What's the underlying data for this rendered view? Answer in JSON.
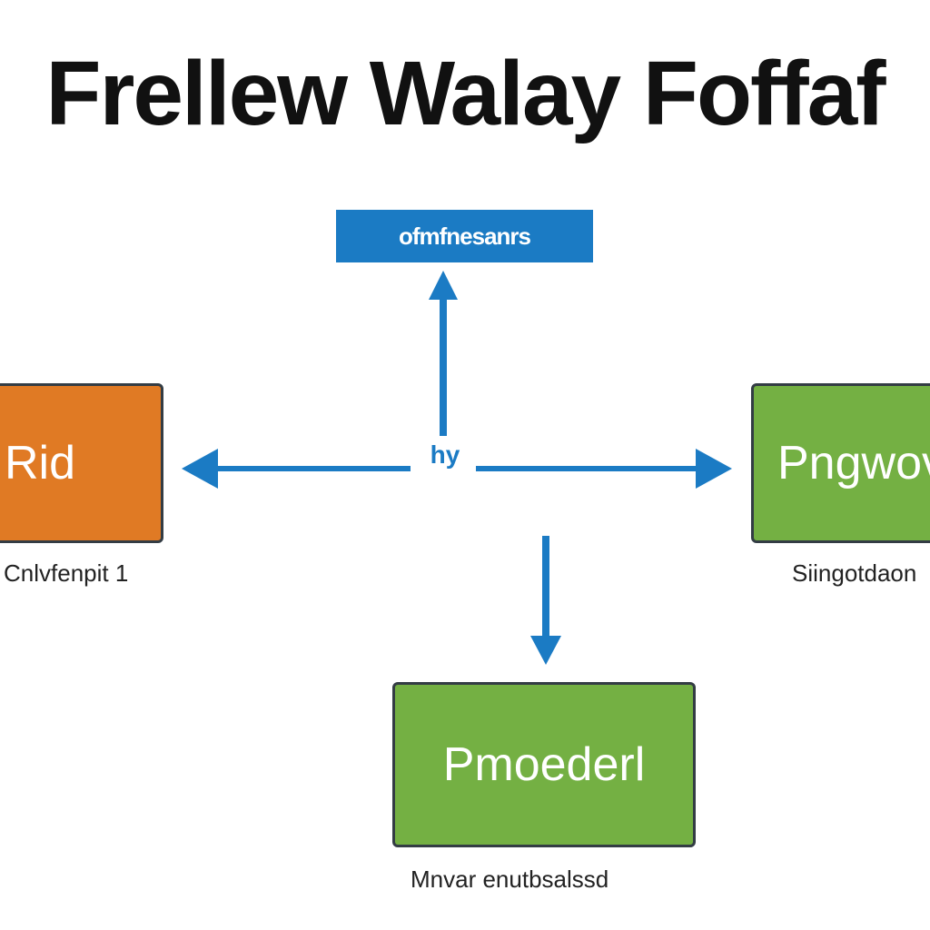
{
  "diagram": {
    "title": "Frellew Walay Foffaf",
    "top_node": {
      "label": "ofmfnesanrs"
    },
    "left_node": {
      "label": "Rid",
      "caption": "Cnlvfenpit 1"
    },
    "right_node": {
      "label": "Pngwovv",
      "caption": "Siingotdaon"
    },
    "bottom_node": {
      "label": "Pmoederl",
      "caption": "Mnvar enutbsalssd"
    },
    "center_label": "hy",
    "colors": {
      "blue": "#1b7bc4",
      "orange": "#e07a24",
      "green": "#74b043",
      "border": "#333c44"
    }
  }
}
